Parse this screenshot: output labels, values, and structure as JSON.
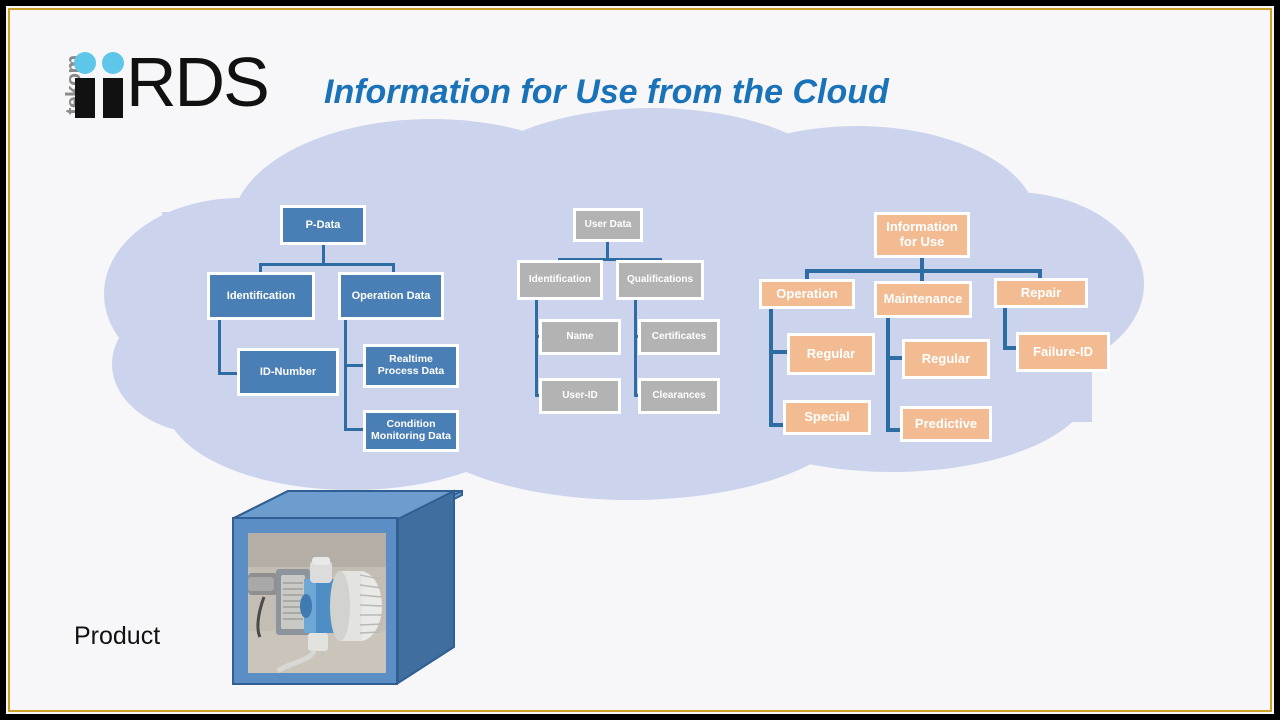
{
  "slide": {
    "background_color": "#f7f7f9",
    "frame_color": "#000000",
    "frame_accent_color": "#c9a227",
    "title": "Information for Use from the Cloud",
    "title_color": "#1a72b8"
  },
  "logo": {
    "name": "tekom-iirds-logo",
    "vertical_word": "tekom",
    "wordmark": "RDS",
    "dot_color": "#5ec6e8",
    "text_color": "#111111"
  },
  "cloud": {
    "name": "cloud-shape",
    "fill_color": "#ccd3ec"
  },
  "palette": {
    "blue": "#4a7fb5",
    "gray": "#b3b3b3",
    "orange": "#f2bb92",
    "connector": "#2e6da4",
    "node_border": "#ffffff"
  },
  "product": {
    "label": "Product",
    "box_front_color": "#5b8ec4",
    "box_top_color": "#6d9dcf",
    "box_side_color": "#3f6e9f",
    "photo_alt": "industrial-sensor-photo"
  },
  "chart_data": {
    "type": "diagram",
    "title": "Information for Use from the Cloud",
    "trees": [
      {
        "name": "p-data-tree",
        "color": "blue",
        "root": "P-Data",
        "nodes": [
          {
            "label": "P-Data",
            "level": 0
          },
          {
            "label": "Identification",
            "level": 1,
            "parent": "P-Data"
          },
          {
            "label": "Operation Data",
            "level": 1,
            "parent": "P-Data"
          },
          {
            "label": "ID-Number",
            "level": 2,
            "parent": "Identification"
          },
          {
            "label": "Realtime Process Data",
            "level": 2,
            "parent": "Operation Data"
          },
          {
            "label": "Condition Monitoring Data",
            "level": 2,
            "parent": "Operation Data"
          }
        ]
      },
      {
        "name": "user-data-tree",
        "color": "gray",
        "root": "User Data",
        "nodes": [
          {
            "label": "User Data",
            "level": 0
          },
          {
            "label": "Identification",
            "level": 1,
            "parent": "User Data"
          },
          {
            "label": "Qualifications",
            "level": 1,
            "parent": "User Data"
          },
          {
            "label": "Name",
            "level": 2,
            "parent": "Identification"
          },
          {
            "label": "User-ID",
            "level": 2,
            "parent": "Identification"
          },
          {
            "label": "Certificates",
            "level": 2,
            "parent": "Qualifications"
          },
          {
            "label": "Clearances",
            "level": 2,
            "parent": "Qualifications"
          }
        ]
      },
      {
        "name": "information-for-use-tree",
        "color": "orange",
        "root": "Information for Use",
        "nodes": [
          {
            "label": "Information for Use",
            "level": 0
          },
          {
            "label": "Operation",
            "level": 1,
            "parent": "Information for Use"
          },
          {
            "label": "Maintenance",
            "level": 1,
            "parent": "Information for Use"
          },
          {
            "label": "Repair",
            "level": 1,
            "parent": "Information for Use"
          },
          {
            "label": "Regular",
            "level": 2,
            "parent": "Operation"
          },
          {
            "label": "Special",
            "level": 2,
            "parent": "Operation"
          },
          {
            "label": "Regular",
            "level": 2,
            "parent": "Maintenance"
          },
          {
            "label": "Predictive",
            "level": 2,
            "parent": "Maintenance"
          },
          {
            "label": "Failure-ID",
            "level": 2,
            "parent": "Repair"
          }
        ]
      }
    ]
  },
  "nodes": {
    "pdata": {
      "label": "P-Data"
    },
    "p_ident": {
      "label": "Identification"
    },
    "p_opdata": {
      "label": "Operation Data"
    },
    "p_idnum": {
      "label": "ID-Number"
    },
    "p_realtime": {
      "label": "Realtime Process Data"
    },
    "p_condition": {
      "label": "Condition Monitoring Data"
    },
    "userdata": {
      "label": "User Data"
    },
    "u_ident": {
      "label": "Identification"
    },
    "u_qual": {
      "label": "Qualifications"
    },
    "u_name": {
      "label": "Name"
    },
    "u_userid": {
      "label": "User-ID"
    },
    "u_cert": {
      "label": "Certificates"
    },
    "u_clear": {
      "label": "Clearances"
    },
    "ifu": {
      "label": "Information for Use"
    },
    "i_operation": {
      "label": "Operation"
    },
    "i_maint": {
      "label": "Maintenance"
    },
    "i_repair": {
      "label": "Repair"
    },
    "i_op_regular": {
      "label": "Regular"
    },
    "i_op_special": {
      "label": "Special"
    },
    "i_mt_regular": {
      "label": "Regular"
    },
    "i_mt_predict": {
      "label": "Predictive"
    },
    "i_rp_failure": {
      "label": "Failure-ID"
    }
  }
}
